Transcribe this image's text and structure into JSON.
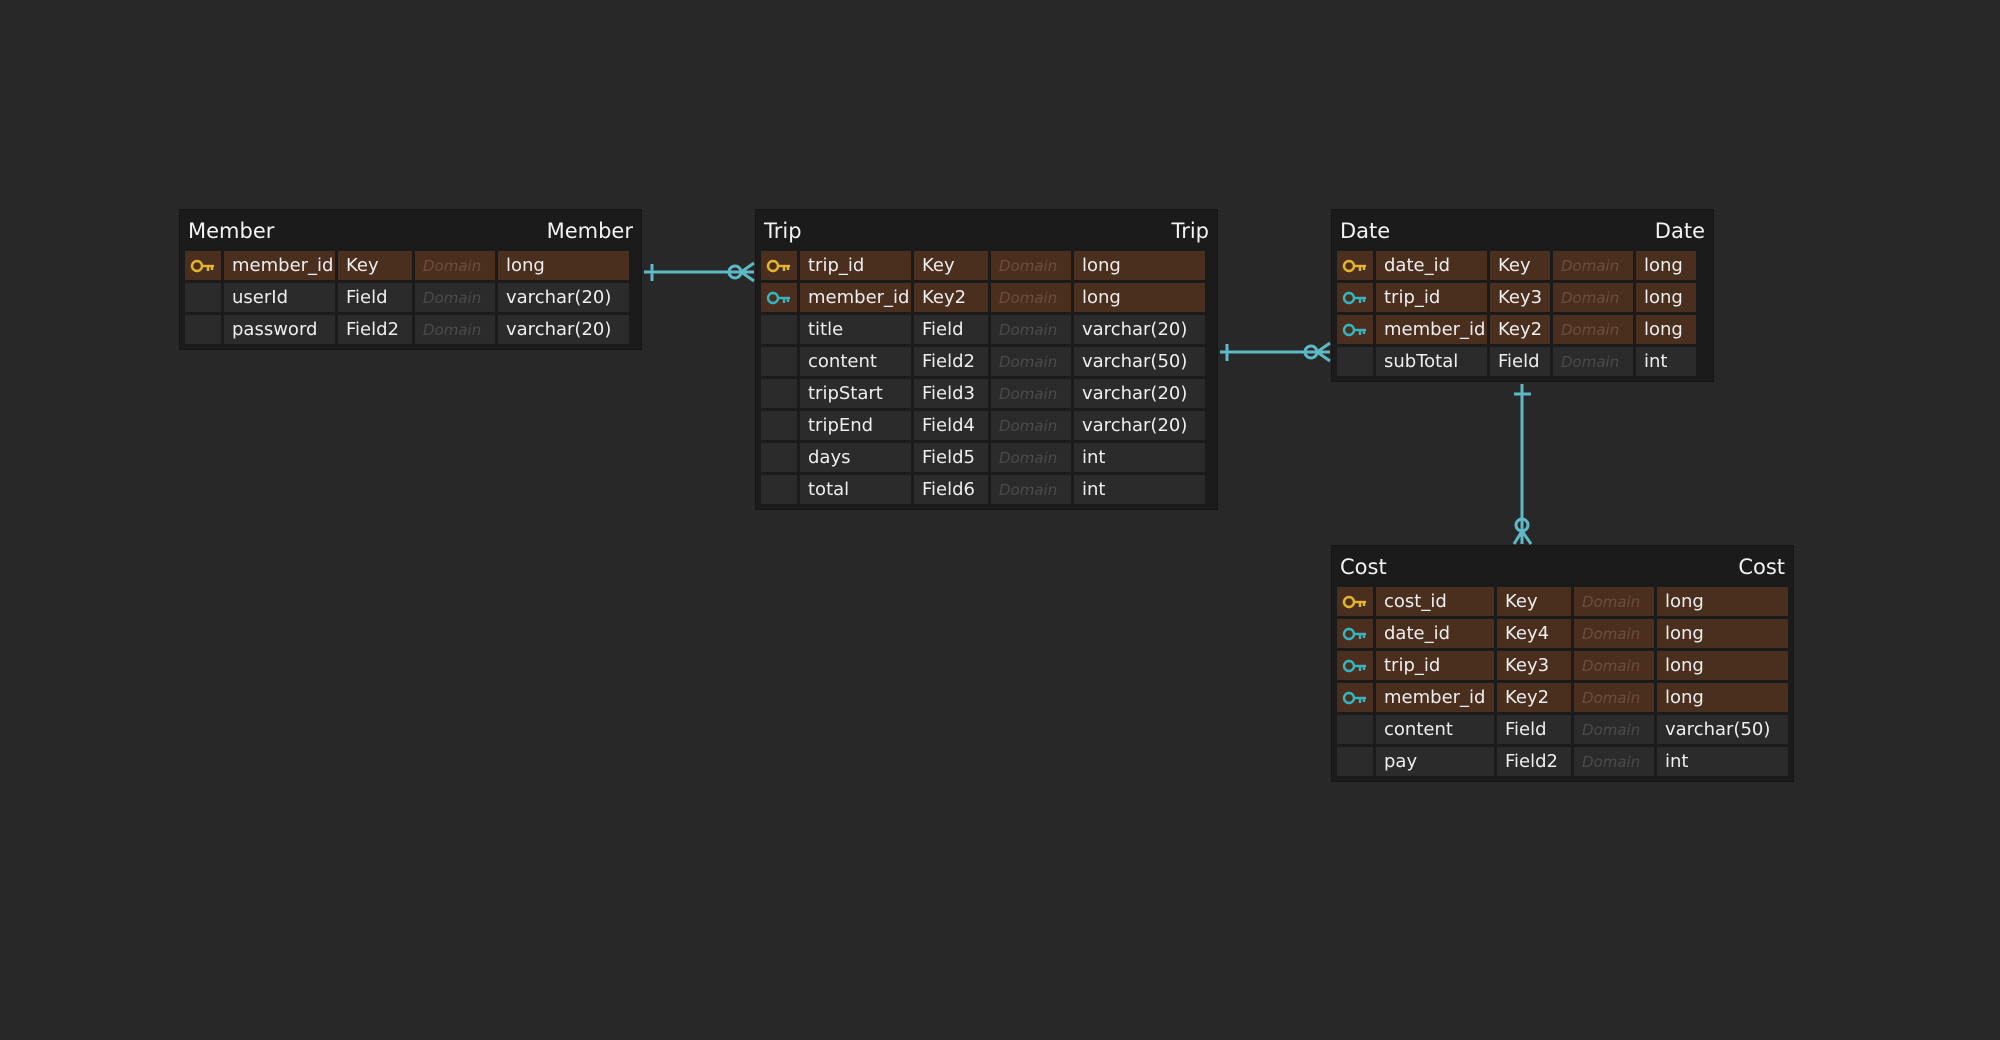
{
  "colors": {
    "background": "#282828",
    "entity_bg": "#1b1b1b",
    "key_row": "#4a2f1f",
    "field_row": "#2b2b2b",
    "primary_key_icon": "#e3b72b",
    "foreign_key_icon": "#35b5bf",
    "relation_line": "#5fb8c6"
  },
  "entities": [
    {
      "id": "member",
      "title_left": "Member",
      "title_right": "Member",
      "rows": [
        {
          "icon": "primary-key-icon",
          "name": "member_id",
          "key": "Key",
          "domain": "Domain",
          "type": "long"
        },
        {
          "icon": "",
          "name": "userId",
          "key": "Field",
          "domain": "Domain",
          "type": "varchar(20)"
        },
        {
          "icon": "",
          "name": "password",
          "key": "Field2",
          "domain": "Domain",
          "type": "varchar(20)"
        }
      ]
    },
    {
      "id": "trip",
      "title_left": "Trip",
      "title_right": "Trip",
      "rows": [
        {
          "icon": "primary-key-icon",
          "name": "trip_id",
          "key": "Key",
          "domain": "Domain",
          "type": "long"
        },
        {
          "icon": "foreign-key-icon",
          "name": "member_id",
          "key": "Key2",
          "domain": "Domain",
          "type": "long"
        },
        {
          "icon": "",
          "name": "title",
          "key": "Field",
          "domain": "Domain",
          "type": "varchar(20)"
        },
        {
          "icon": "",
          "name": "content",
          "key": "Field2",
          "domain": "Domain",
          "type": "varchar(50)"
        },
        {
          "icon": "",
          "name": "tripStart",
          "key": "Field3",
          "domain": "Domain",
          "type": "varchar(20)"
        },
        {
          "icon": "",
          "name": "tripEnd",
          "key": "Field4",
          "domain": "Domain",
          "type": "varchar(20)"
        },
        {
          "icon": "",
          "name": "days",
          "key": "Field5",
          "domain": "Domain",
          "type": "int"
        },
        {
          "icon": "",
          "name": "total",
          "key": "Field6",
          "domain": "Domain",
          "type": "int"
        }
      ]
    },
    {
      "id": "date",
      "title_left": "Date",
      "title_right": "Date",
      "rows": [
        {
          "icon": "primary-key-icon",
          "name": "date_id",
          "key": "Key",
          "domain": "Domain",
          "type": "long"
        },
        {
          "icon": "foreign-key-icon",
          "name": "trip_id",
          "key": "Key3",
          "domain": "Domain",
          "type": "long"
        },
        {
          "icon": "foreign-key-icon",
          "name": "member_id",
          "key": "Key2",
          "domain": "Domain",
          "type": "long"
        },
        {
          "icon": "",
          "name": "subTotal",
          "key": "Field",
          "domain": "Domain",
          "type": "int"
        }
      ]
    },
    {
      "id": "cost",
      "title_left": "Cost",
      "title_right": "Cost",
      "rows": [
        {
          "icon": "primary-key-icon",
          "name": "cost_id",
          "key": "Key",
          "domain": "Domain",
          "type": "long"
        },
        {
          "icon": "foreign-key-icon",
          "name": "date_id",
          "key": "Key4",
          "domain": "Domain",
          "type": "long"
        },
        {
          "icon": "foreign-key-icon",
          "name": "trip_id",
          "key": "Key3",
          "domain": "Domain",
          "type": "long"
        },
        {
          "icon": "foreign-key-icon",
          "name": "member_id",
          "key": "Key2",
          "domain": "Domain",
          "type": "long"
        },
        {
          "icon": "",
          "name": "content",
          "key": "Field",
          "domain": "Domain",
          "type": "varchar(50)"
        },
        {
          "icon": "",
          "name": "pay",
          "key": "Field2",
          "domain": "Domain",
          "type": "int"
        }
      ]
    }
  ],
  "relationships": [
    {
      "from": "member",
      "to": "trip",
      "from_end": "one",
      "to_end": "zero-or-many"
    },
    {
      "from": "trip",
      "to": "date",
      "from_end": "one",
      "to_end": "zero-or-many"
    },
    {
      "from": "date",
      "to": "cost",
      "from_end": "one",
      "to_end": "zero-or-many"
    }
  ]
}
